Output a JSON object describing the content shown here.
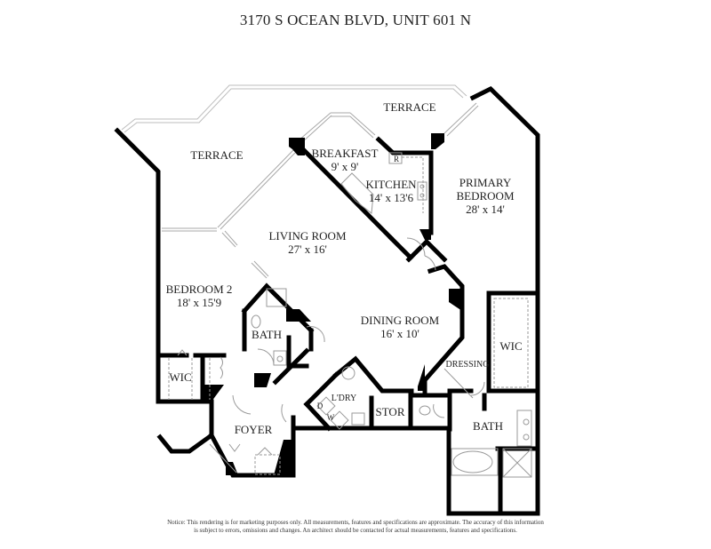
{
  "title": "3170 S OCEAN BLVD, UNIT 601 N",
  "rooms": {
    "terrace_left": {
      "name": "TERRACE"
    },
    "terrace_top": {
      "name": "TERRACE"
    },
    "breakfast": {
      "name": "BREAKFAST",
      "dim": "9' x 9'"
    },
    "kitchen": {
      "name": "KITCHEN",
      "dim": "14' x 13'6"
    },
    "primary_bedroom": {
      "name": "PRIMARY",
      "name2": "BEDROOM",
      "dim": "28' x 14'"
    },
    "living_room": {
      "name": "LIVING ROOM",
      "dim": "27' x 16'"
    },
    "bedroom2": {
      "name": "BEDROOM 2",
      "dim": "18' x 15'9"
    },
    "bath2": {
      "name": "BATH"
    },
    "dining_room": {
      "name": "DINING ROOM",
      "dim": "16' x 10'"
    },
    "wic_left": {
      "name": "WIC"
    },
    "wic_right": {
      "name": "WIC"
    },
    "dressing": {
      "name": "DRESSING"
    },
    "foyer": {
      "name": "FOYER"
    },
    "laundry": {
      "name": "L'DRY",
      "dryer": "D",
      "washer": "W"
    },
    "storage": {
      "name": "STOR"
    },
    "primary_bath": {
      "name": "BATH"
    },
    "fridge": {
      "name": "R"
    }
  },
  "notice": {
    "line1": "Notice: This rendering is for marketing purposes only. All measurements, features and specifications are approximate. The accuracy of this information",
    "line2": "is subject to errors, omissions and changes. An architect should be contacted for actual measurements, features and specifications."
  },
  "colors": {
    "wall": "#000000",
    "fixture": "#9a9a9a",
    "terrace_edge": "#bdbdbd",
    "text": "#222222"
  }
}
